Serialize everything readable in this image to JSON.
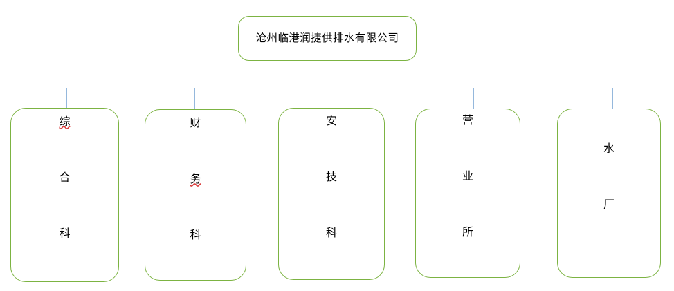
{
  "diagram": {
    "type": "organization-chart",
    "title_text": "沧州临港润捷供排水有限公司",
    "colors": {
      "node_border": "#7cb342",
      "connector": "#95b8dc",
      "node_fill": "#ffffff",
      "text": "#000000",
      "spellcheck_underline": "#d83a3a",
      "background": "#ffffff"
    },
    "root": {
      "label": "沧州临港润捷供排水有限公司",
      "orientation": "horizontal"
    },
    "children": [
      {
        "label": "综合科",
        "chars": [
          "综",
          "合",
          "科"
        ],
        "misspelled_chars": [
          "综"
        ],
        "orientation": "vertical"
      },
      {
        "label": "财务科",
        "chars": [
          "财",
          "务",
          "科"
        ],
        "misspelled_chars": [
          "务"
        ],
        "orientation": "vertical"
      },
      {
        "label": "安技科",
        "chars": [
          "安",
          "技",
          "科"
        ],
        "misspelled_chars": [],
        "orientation": "vertical"
      },
      {
        "label": "营业所",
        "chars": [
          "营",
          "业",
          "所"
        ],
        "misspelled_chars": [],
        "orientation": "vertical"
      },
      {
        "label": "水厂",
        "chars": [
          "水",
          "厂"
        ],
        "misspelled_chars": [],
        "orientation": "vertical"
      }
    ]
  }
}
